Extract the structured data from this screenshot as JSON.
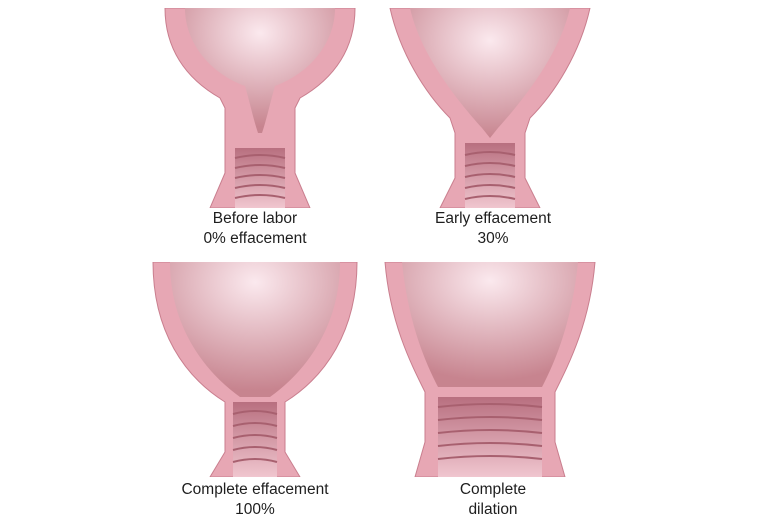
{
  "colors": {
    "tissue": "#e7a7b4",
    "tissue_dark": "#c97e8e",
    "cavity_light": "#fbe9ee",
    "cavity_dark": "#c7848f",
    "vagina": "#d48a98",
    "background": "#ffffff"
  },
  "panels": [
    {
      "line1": "Before labor",
      "line2": "0% effacement"
    },
    {
      "line1": "Early effacement",
      "line2": "30%"
    },
    {
      "line1": "Complete effacement",
      "line2": "100%"
    },
    {
      "line1": "Complete",
      "line2": "dilation"
    }
  ]
}
